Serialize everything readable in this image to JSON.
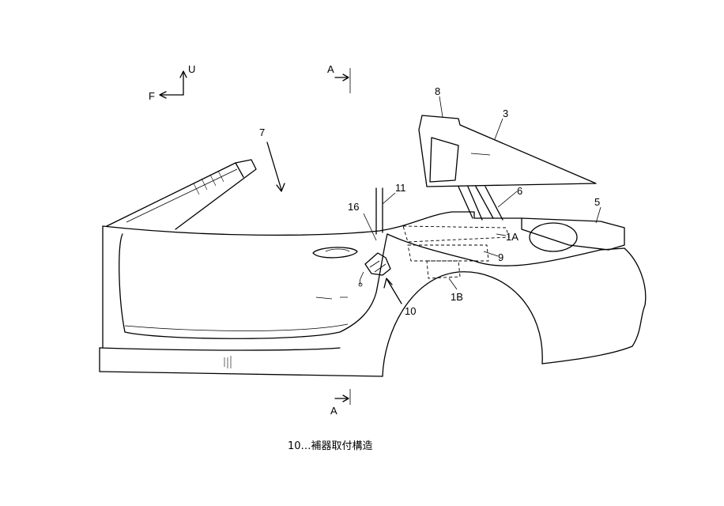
{
  "orientation": {
    "up": "U",
    "front": "F"
  },
  "section_marker": {
    "top": "A",
    "bottom": "A"
  },
  "callouts": {
    "c3": "3",
    "c5": "5",
    "c6": "6",
    "c7": "7",
    "c8": "8",
    "c9": "9",
    "c10": "10",
    "c11": "11",
    "c16": "16",
    "c1A": "1A",
    "c1B": "1B"
  },
  "caption": "10…補器取付構造"
}
